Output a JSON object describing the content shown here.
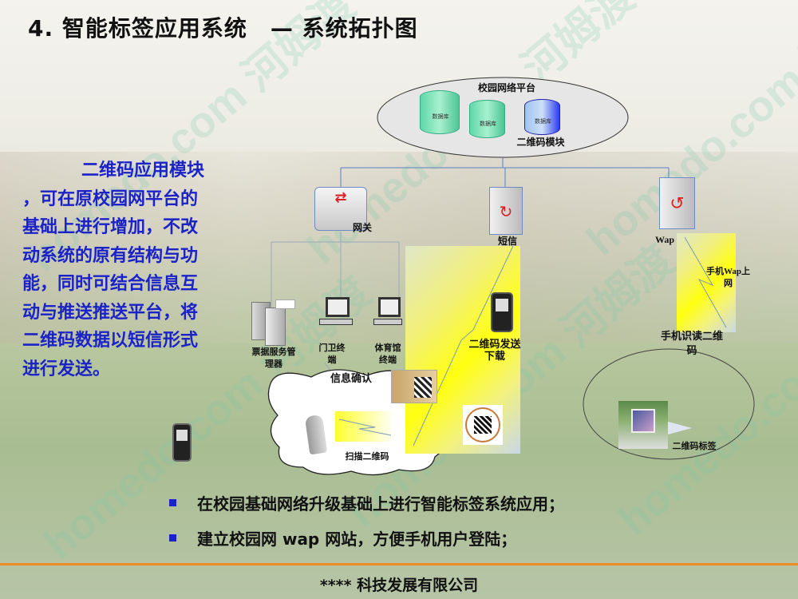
{
  "title": "4. 智能标签应用系统　— 系统拓扑图",
  "left_text": {
    "lines": [
      "二维码应用模块",
      "，可在原校园网平台的",
      "基础上进行增加，不改",
      "动系统的原有结构与功",
      "能，同时可结合信息互",
      "动与推送推送平台，将",
      "二维码数据以短信形式",
      "进行发送。"
    ]
  },
  "diagram": {
    "platform": "校园网络平台",
    "databases": [
      "数据库",
      "数据库",
      "数据库"
    ],
    "qr_module": "二维码模块",
    "gateway": "网关",
    "sms": "短信",
    "wap": "Wap",
    "ticket_server": "票据服务管理器",
    "guard_terminal": "门卫终端",
    "gym_terminal": "体育馆终端",
    "info_confirm": "信息确认",
    "scan_qr": "扫描二维码",
    "qr_send": "二维码发送下载",
    "mobile_wap": "手机Wap上网",
    "mobile_read": "手机识读二维码",
    "qr_label": "二维码标签"
  },
  "bullets": [
    "在校园基础网络升级基础上进行智能标签系统应用；",
    "建立校园网 wap 网站，方便手机用户登陆；"
  ],
  "footer": "**** 科技发展有限公司",
  "watermark": "homedo.com 河姆渡",
  "colors": {
    "text_blue": "#1a22c8",
    "footer_line": "#f08a24"
  }
}
